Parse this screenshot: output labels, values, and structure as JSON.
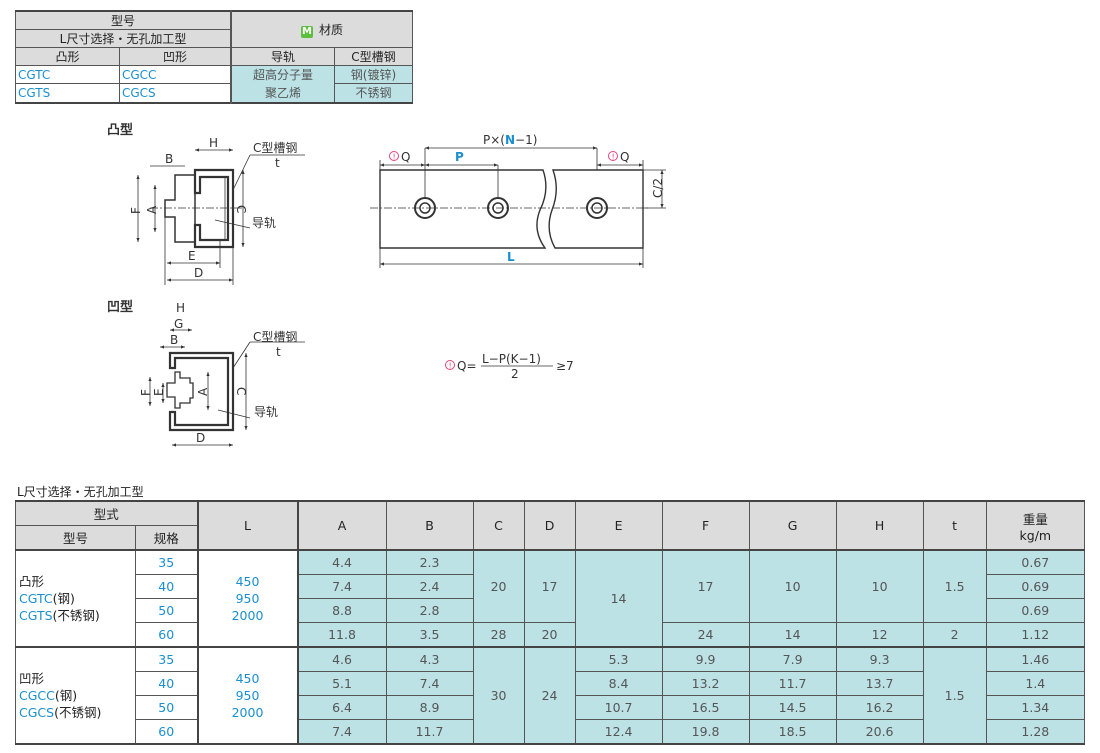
{
  "top_table": {
    "model_header": "型号",
    "model_subheader": "L尺寸选择・无孔加工型",
    "convex_header": "凸形",
    "concave_header": "凹形",
    "material_badge": "M",
    "material_header": "材质",
    "rail_header": "导轨",
    "channel_header": "C型槽钢",
    "rows": [
      {
        "convex": "CGTC",
        "concave": "CGCC",
        "channel": "钢(镀锌)"
      },
      {
        "convex": "CGTS",
        "concave": "CGCS",
        "channel": "不锈钢"
      }
    ],
    "rail_material": [
      "超高分子量",
      "聚乙烯"
    ]
  },
  "diagrams": {
    "convex_title": "凸型",
    "concave_title": "凹型",
    "labels": {
      "A": "A",
      "B": "B",
      "C": "C",
      "D": "D",
      "E": "E",
      "F": "F",
      "G": "G",
      "H": "H",
      "t": "t",
      "channel": "C型槽钢",
      "rail": "导轨"
    },
    "bar": {
      "pitch_total_prefix": "P×(",
      "pitch_total_n": "N",
      "pitch_total_suffix": "−1)",
      "pitch": "P",
      "q": "Q",
      "half_c": "C/2",
      "length": "L"
    },
    "formula": {
      "lhs": "Q=",
      "numerator": "L−P(K−1)",
      "denominator": "2",
      "rhs": "≥7"
    }
  },
  "spec_table": {
    "title": "L尺寸选择・无孔加工型",
    "headers": {
      "type": "型式",
      "model": "型号",
      "size": "规格",
      "L": "L",
      "weight": "重量",
      "weight_unit": "kg/m"
    },
    "dim_columns": [
      "A",
      "B",
      "C",
      "D",
      "E",
      "F",
      "G",
      "H",
      "t"
    ],
    "groups": [
      {
        "shape": "凸形",
        "models": [
          {
            "code": "CGTC",
            "material": "(钢)"
          },
          {
            "code": "CGTS",
            "material": "(不锈钢)"
          }
        ],
        "sizes": [
          "35",
          "40",
          "50",
          "60"
        ],
        "L": [
          "450",
          "950",
          "2000"
        ],
        "cols": {
          "A": [
            [
              "4.4",
              1
            ],
            [
              "7.4",
              1
            ],
            [
              "8.8",
              1
            ],
            [
              "11.8",
              1
            ]
          ],
          "B": [
            [
              "2.3",
              1
            ],
            [
              "2.4",
              1
            ],
            [
              "2.8",
              1
            ],
            [
              "3.5",
              1
            ]
          ],
          "C": [
            [
              "20",
              3
            ],
            [
              "28",
              1
            ]
          ],
          "D": [
            [
              "17",
              3
            ],
            [
              "20",
              1
            ]
          ],
          "E": [
            [
              "14",
              4
            ]
          ],
          "F": [
            [
              "17",
              3
            ],
            [
              "24",
              1
            ]
          ],
          "G": [
            [
              "10",
              3
            ],
            [
              "14",
              1
            ]
          ],
          "H": [
            [
              "10",
              3
            ],
            [
              "12",
              1
            ]
          ],
          "t": [
            [
              "1.5",
              3
            ],
            [
              "2",
              1
            ]
          ]
        },
        "weight": [
          "0.67",
          "0.69",
          "0.69",
          "1.12"
        ]
      },
      {
        "shape": "凹形",
        "models": [
          {
            "code": "CGCC",
            "material": "(钢)"
          },
          {
            "code": "CGCS",
            "material": "(不锈钢)"
          }
        ],
        "sizes": [
          "35",
          "40",
          "50",
          "60"
        ],
        "L": [
          "450",
          "950",
          "2000"
        ],
        "cols": {
          "A": [
            [
              "4.6",
              1
            ],
            [
              "5.1",
              1
            ],
            [
              "6.4",
              1
            ],
            [
              "7.4",
              1
            ]
          ],
          "B": [
            [
              "4.3",
              1
            ],
            [
              "7.4",
              1
            ],
            [
              "8.9",
              1
            ],
            [
              "11.7",
              1
            ]
          ],
          "C": [
            [
              "30",
              4
            ]
          ],
          "D": [
            [
              "24",
              4
            ]
          ],
          "E": [
            [
              "5.3",
              1
            ],
            [
              "8.4",
              1
            ],
            [
              "10.7",
              1
            ],
            [
              "12.4",
              1
            ]
          ],
          "F": [
            [
              "9.9",
              1
            ],
            [
              "13.2",
              1
            ],
            [
              "16.5",
              1
            ],
            [
              "19.8",
              1
            ]
          ],
          "G": [
            [
              "7.9",
              1
            ],
            [
              "11.7",
              1
            ],
            [
              "14.5",
              1
            ],
            [
              "18.5",
              1
            ]
          ],
          "H": [
            [
              "9.3",
              1
            ],
            [
              "13.7",
              1
            ],
            [
              "16.2",
              1
            ],
            [
              "20.6",
              1
            ]
          ],
          "t": [
            [
              "1.5",
              4
            ]
          ]
        },
        "weight": [
          "1.46",
          "1.4",
          "1.34",
          "1.28"
        ]
      }
    ]
  },
  "colors": {
    "header_gray": "#dcdcdc",
    "cyan": "#bce2e6",
    "blue_text": "#1a8fd0",
    "badge_green": "#5cbf3f",
    "warning_pink": "#e0457b"
  }
}
